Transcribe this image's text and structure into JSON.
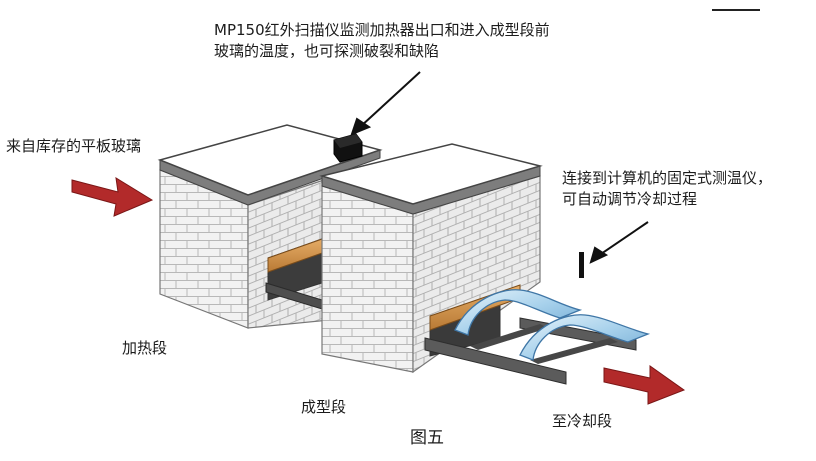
{
  "labels": {
    "sensor_top_line1": "MP150红外扫描仪监测加热器出口和进入成型段前",
    "sensor_top_line2": "玻璃的温度，也可探测破裂和缺陷",
    "input_glass": "来自库存的平板玻璃",
    "fixed_sensor_line1": "连接到计算机的固定式测温仪，",
    "fixed_sensor_line2": "可自动调节冷却过程",
    "heating_section": "加热段",
    "forming_section": "成型段",
    "cooling_section": "至冷却段",
    "figure_caption": "图五"
  },
  "colors": {
    "brick_face": "#f2f2f2",
    "brick_line": "#b3b3b3",
    "roof": "#ffffff",
    "roof_edge": "#808080",
    "arrow_red": "#b22a2a",
    "wood": "#d79a52",
    "rail": "#5a5a5a",
    "glass": "#9ec8e6",
    "device": "#111111"
  }
}
